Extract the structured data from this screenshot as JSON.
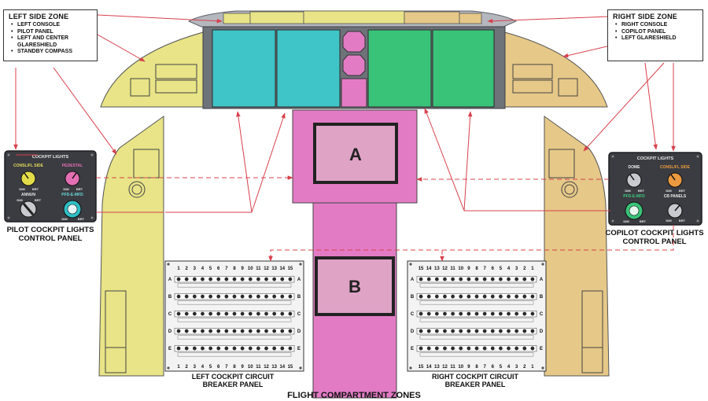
{
  "title": "FLIGHT COMPARTMENT ZONES",
  "zones": {
    "left": {
      "heading": "LEFT SIDE ZONE",
      "items": [
        "LEFT CONSOLE",
        "PILOT PANEL",
        "LEFT AND CENTER GLARESHIELD",
        "STANDBY COMPASS"
      ]
    },
    "right": {
      "heading": "RIGHT SIDE ZONE",
      "items": [
        "RIGHT CONSOLE",
        "COPILOT PANEL",
        "LEFT GLARESHIELD"
      ]
    }
  },
  "center_labels": {
    "a": "A",
    "b": "B"
  },
  "pilot_lights_panel": {
    "header": "COCKPIT LIGHTS",
    "knobs": [
      "CONSL/FL SIDE",
      "PEDESTAL",
      "ANNUN",
      "PFD-E-MFD"
    ],
    "range": {
      "min": "DIM",
      "max": "BRT"
    },
    "caption": [
      "PILOT COCKPIT LIGHTS",
      "CONTROL PANEL"
    ]
  },
  "copilot_lights_panel": {
    "header": "COCKPIT LIGHTS",
    "knobs": [
      "DOME",
      "CONSL/FL SIDE",
      "PFD-E-MFD",
      "CB PANELS"
    ],
    "range": {
      "min": "DIM",
      "max": "BRT"
    },
    "caption": [
      "COPILOT COCKPIT LIGHTS",
      "CONTROL PANEL"
    ]
  },
  "left_cb_panel": {
    "columns_top": [
      "1",
      "2",
      "3",
      "4",
      "5",
      "6",
      "7",
      "8",
      "9",
      "10",
      "11",
      "12",
      "13",
      "14",
      "15"
    ],
    "rows": [
      "A",
      "B",
      "C",
      "D",
      "E"
    ],
    "columns_bottom": [
      "1",
      "2",
      "3",
      "4",
      "5",
      "6",
      "7",
      "8",
      "9",
      "10",
      "11",
      "12",
      "13",
      "14",
      "15"
    ],
    "caption": [
      "LEFT COCKPIT CIRCUIT",
      "BREAKER PANEL"
    ]
  },
  "right_cb_panel": {
    "columns_top": [
      "15",
      "14",
      "13",
      "12",
      "11",
      "10",
      "9",
      "8",
      "7",
      "6",
      "5",
      "4",
      "3",
      "2",
      "1"
    ],
    "rows": [
      "A",
      "B",
      "C",
      "D",
      "E"
    ],
    "columns_bottom": [
      "15",
      "14",
      "13",
      "12",
      "11",
      "10",
      "9",
      "8",
      "7",
      "6",
      "5",
      "4",
      "3",
      "2",
      "1"
    ],
    "caption": [
      "RIGHT COCKPIT CIRCUIT",
      "BREAKER PANEL"
    ]
  },
  "colors": {
    "yellow_zone": "#e8e487",
    "tan_zone": "#e6c888",
    "pink_zone": "#e27bc4",
    "pink_light": "#dfa3c6",
    "cyan_display": "#3fc5c8",
    "green_display": "#39c378",
    "arrow": "#d8404c"
  }
}
